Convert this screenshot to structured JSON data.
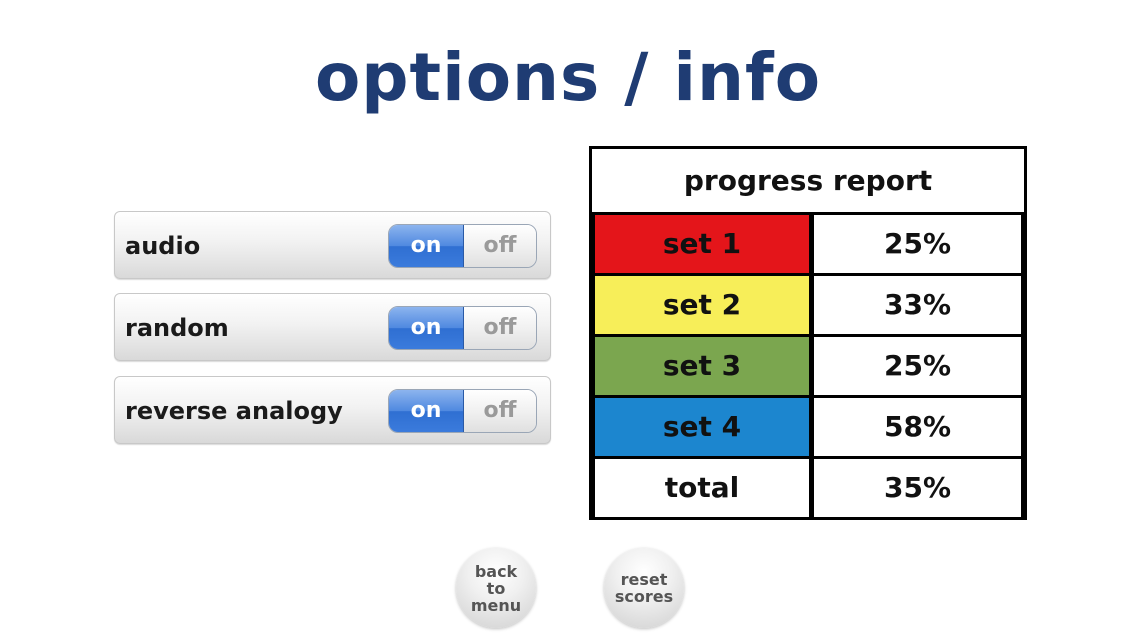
{
  "title": "options / info",
  "options": [
    {
      "label": "audio",
      "on_label": "on",
      "off_label": "off",
      "state": "on"
    },
    {
      "label": "random",
      "on_label": "on",
      "off_label": "off",
      "state": "on"
    },
    {
      "label": "reverse analogy",
      "on_label": "on",
      "off_label": "off",
      "state": "on"
    }
  ],
  "progress_report": {
    "header": "progress report",
    "rows": [
      {
        "label": "set 1",
        "value": "25%",
        "color": "#e4151a"
      },
      {
        "label": "set 2",
        "value": "33%",
        "color": "#f7ee59"
      },
      {
        "label": "set 3",
        "value": "25%",
        "color": "#7ba64f"
      },
      {
        "label": "set 4",
        "value": "58%",
        "color": "#1c86cf"
      },
      {
        "label": "total",
        "value": "35%",
        "color": "#ffffff"
      }
    ]
  },
  "buttons": {
    "back_to_menu": "back\nto\nmenu",
    "reset_scores": "reset\nscores"
  }
}
